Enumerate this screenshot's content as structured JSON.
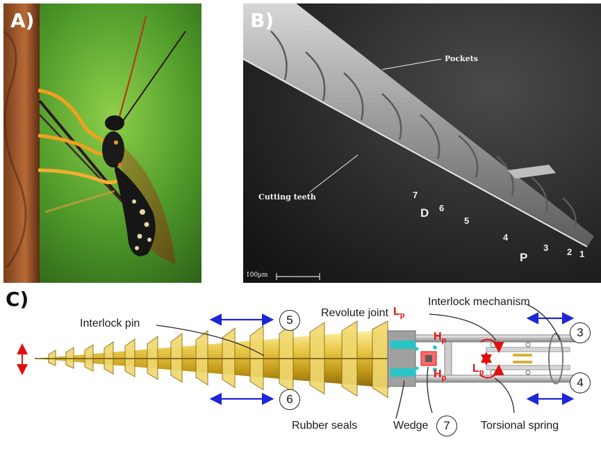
{
  "panels": {
    "a": {
      "letter": "A)"
    },
    "b": {
      "letter": "B)",
      "labels": {
        "pockets": "Pockets",
        "cutting_teeth": "Cutting teeth",
        "distal": "D",
        "proximal": "P",
        "scale": "100µm"
      },
      "segment_numbers": [
        "7",
        "6",
        "5",
        "4",
        "3",
        "2",
        "1"
      ]
    },
    "c": {
      "letter": "C)",
      "labels": {
        "interlock_pin": "Interlock pin",
        "revolute_joint": "Revolute joint",
        "interlock_mechanism": "Interlock mechanism",
        "rubber_seals": "Rubber seals",
        "wedge": "Wedge",
        "torsional_spring": "Torsional spring"
      },
      "symbols": {
        "lp": "L",
        "hp": "H",
        "sub_p": "p"
      },
      "circled_numbers": {
        "n3": "3",
        "n4": "4",
        "n5": "5",
        "n6": "6",
        "n7": "7"
      },
      "colors": {
        "needle_gold": "#d4b437",
        "arrow_blue": "#1d25d8",
        "arrow_red": "#e01010",
        "seal_gray": "#9a9a9a",
        "teal": "#27c6c6"
      }
    }
  }
}
